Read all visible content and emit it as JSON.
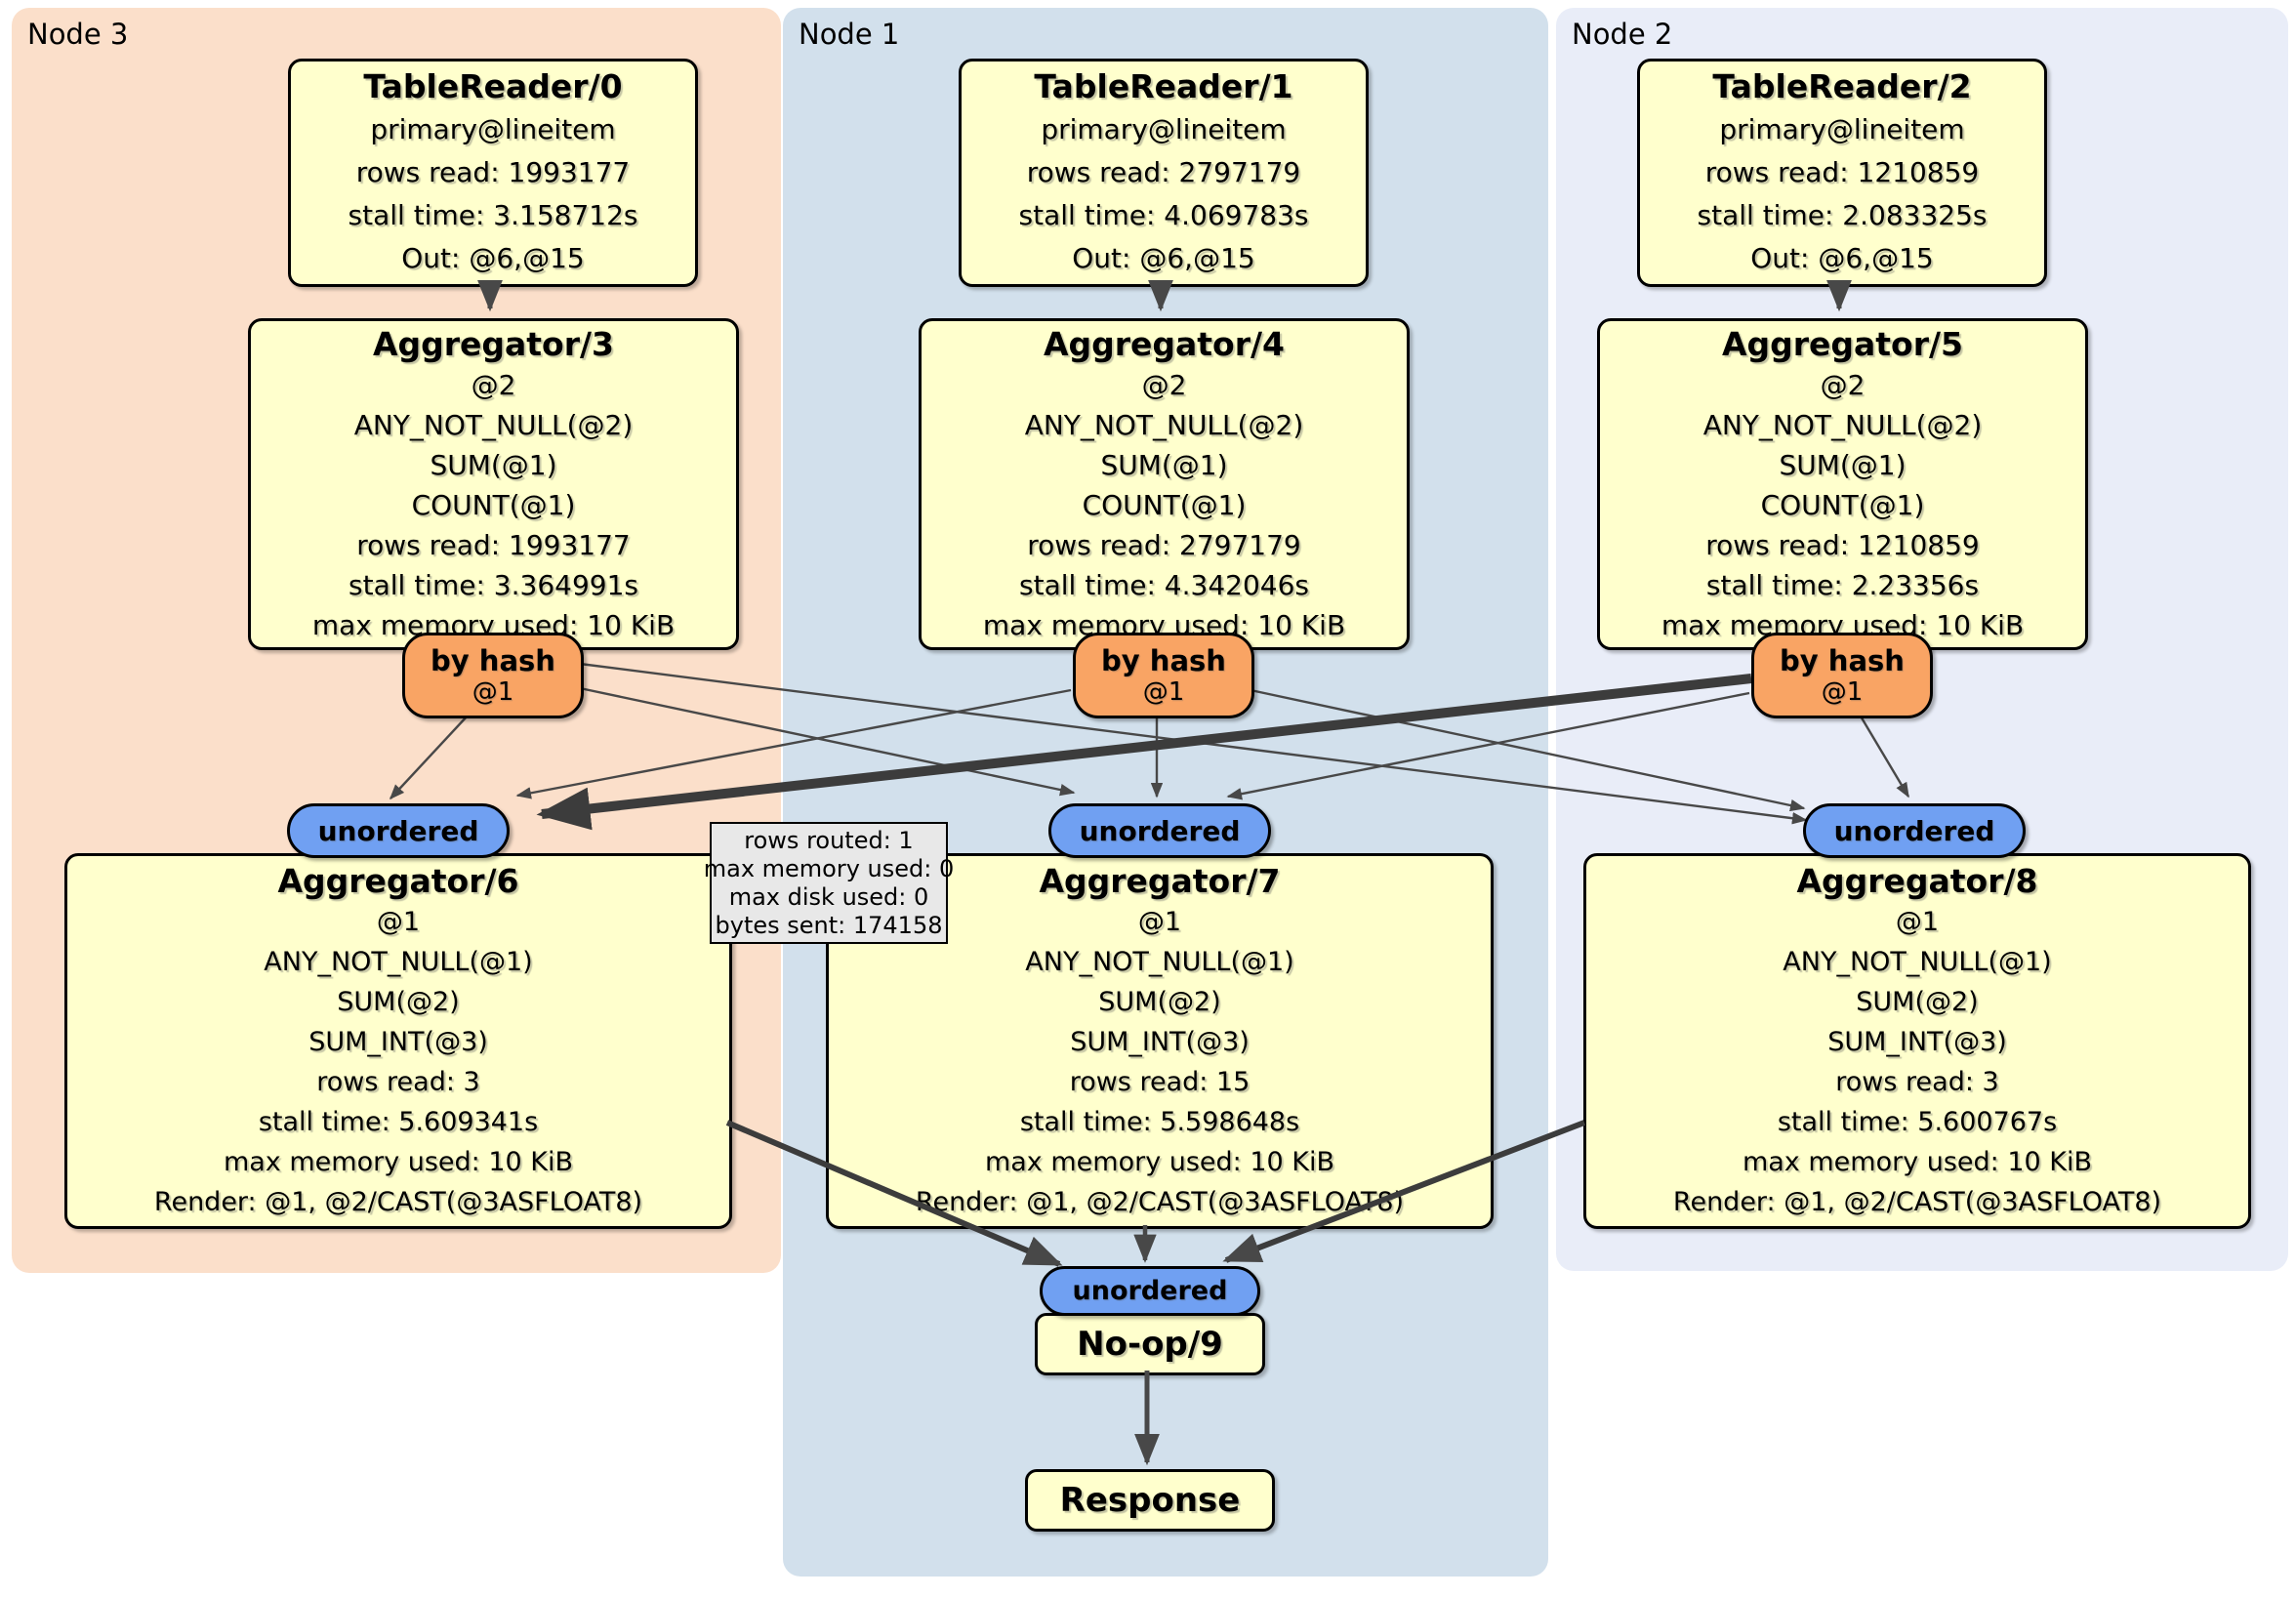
{
  "panels": [
    {
      "id": "node3",
      "label": "Node 3"
    },
    {
      "id": "node1",
      "label": "Node 1"
    },
    {
      "id": "node2",
      "label": "Node 2"
    }
  ],
  "processors": {
    "tr0": {
      "title": "TableReader/0",
      "lines": [
        "primary@lineitem",
        "rows read: 1993177",
        "stall time: 3.158712s",
        "Out: @6,@15"
      ]
    },
    "tr1": {
      "title": "TableReader/1",
      "lines": [
        "primary@lineitem",
        "rows read: 2797179",
        "stall time: 4.069783s",
        "Out: @6,@15"
      ]
    },
    "tr2": {
      "title": "TableReader/2",
      "lines": [
        "primary@lineitem",
        "rows read: 1210859",
        "stall time: 2.083325s",
        "Out: @6,@15"
      ]
    },
    "agg3": {
      "title": "Aggregator/3",
      "lines": [
        "@2",
        "ANY_NOT_NULL(@2)",
        "SUM(@1)",
        "COUNT(@1)",
        "rows read: 1993177",
        "stall time: 3.364991s",
        "max memory used: 10 KiB"
      ]
    },
    "agg4": {
      "title": "Aggregator/4",
      "lines": [
        "@2",
        "ANY_NOT_NULL(@2)",
        "SUM(@1)",
        "COUNT(@1)",
        "rows read: 2797179",
        "stall time: 4.342046s",
        "max memory used: 10 KiB"
      ]
    },
    "agg5": {
      "title": "Aggregator/5",
      "lines": [
        "@2",
        "ANY_NOT_NULL(@2)",
        "SUM(@1)",
        "COUNT(@1)",
        "rows read: 1210859",
        "stall time: 2.23356s",
        "max memory used: 10 KiB"
      ]
    },
    "agg6": {
      "title": "Aggregator/6",
      "lines": [
        "@1",
        "ANY_NOT_NULL(@1)",
        "SUM(@2)",
        "SUM_INT(@3)",
        "rows read: 3",
        "stall time: 5.609341s",
        "max memory used: 10 KiB",
        "Render: @1, @2/CAST(@3ASFLOAT8)"
      ]
    },
    "agg7": {
      "title": "Aggregator/7",
      "lines": [
        "@1",
        "ANY_NOT_NULL(@1)",
        "SUM(@2)",
        "SUM_INT(@3)",
        "rows read: 15",
        "stall time: 5.598648s",
        "max memory used: 10 KiB",
        "Render: @1, @2/CAST(@3ASFLOAT8)"
      ]
    },
    "agg8": {
      "title": "Aggregator/8",
      "lines": [
        "@1",
        "ANY_NOT_NULL(@1)",
        "SUM(@2)",
        "SUM_INT(@3)",
        "rows read: 3",
        "stall time: 5.600767s",
        "max memory used: 10 KiB",
        "Render: @1, @2/CAST(@3ASFLOAT8)"
      ]
    },
    "noop": {
      "title": "No-op/9"
    },
    "response": {
      "title": "Response"
    }
  },
  "routers": {
    "by_hash": {
      "label": "by hash",
      "sub": "@1"
    },
    "unordered": {
      "label": "unordered"
    }
  },
  "tooltip": {
    "lines": [
      "rows routed: 1",
      "max memory used: 0",
      "max disk used: 0",
      "bytes sent: 174158"
    ]
  },
  "colors": {
    "node3_bg": "#fbdfca",
    "node1_bg": "#d2e0ec",
    "node2_bg": "#e9edf8",
    "box_bg": "#ffffcd",
    "router_bg": "#f9a464",
    "stream_bg": "#70a0f2",
    "tooltip_bg": "#e8e8e8",
    "edge": "#484848",
    "edge_dark": "#3c3c3c"
  }
}
